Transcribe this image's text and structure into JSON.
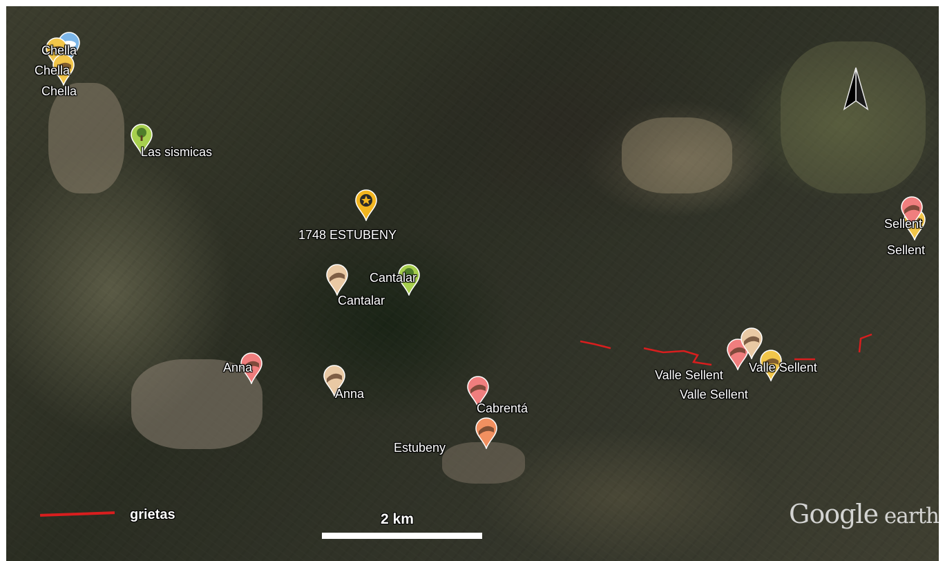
{
  "map": {
    "placemarks": [
      {
        "label": "Chella",
        "color": "#7cb6e8",
        "kind": "blue-cloud-pin"
      },
      {
        "label": "Chella",
        "color": "#f2c64a",
        "kind": "yellow-pin"
      },
      {
        "label": "Chella",
        "color": "#f2c64a",
        "kind": "yellow-pin"
      },
      {
        "label": "Las sismicas",
        "color": "#a7cf4e",
        "kind": "green-tree-pin"
      },
      {
        "label": "1748 ESTUBENY",
        "color": "#f2b51f",
        "kind": "star-pin"
      },
      {
        "label": "Cantalar",
        "color": "#e9c9a4",
        "kind": "brown-pin"
      },
      {
        "label": "Cantalar",
        "color": "#a7cf4e",
        "kind": "green-tree-pin"
      },
      {
        "label": "Anna",
        "color": "#f07e7e",
        "kind": "red-pin"
      },
      {
        "label": "Anna",
        "color": "#e9c9a4",
        "kind": "brown-pin"
      },
      {
        "label": "Cabrentá",
        "color": "#f07e7e",
        "kind": "red-pin"
      },
      {
        "label": "Estubeny",
        "color": "#f29060",
        "kind": "orange-pin"
      },
      {
        "label": "Valle Sellent",
        "color": "#f07e7e",
        "kind": "red-pin"
      },
      {
        "label": "Valle Sellent",
        "color": "#f2c64a",
        "kind": "yellow-pin"
      },
      {
        "label": "Valle Sellent",
        "color": "#e9c9a4",
        "kind": "brown-pin"
      },
      {
        "label": "Sellent",
        "color": "#f2c64a",
        "kind": "yellow-pin"
      },
      {
        "label": "Sellent",
        "color": "#f07e7e",
        "kind": "red-pin"
      }
    ]
  },
  "legend": {
    "crack_label": "grietas",
    "crack_color": "#d81e1e"
  },
  "scale": {
    "label": "2 km"
  },
  "compass": {
    "icon": "north-arrow-icon"
  },
  "brand": {
    "name_main": "Google",
    "name_small": " earth"
  }
}
